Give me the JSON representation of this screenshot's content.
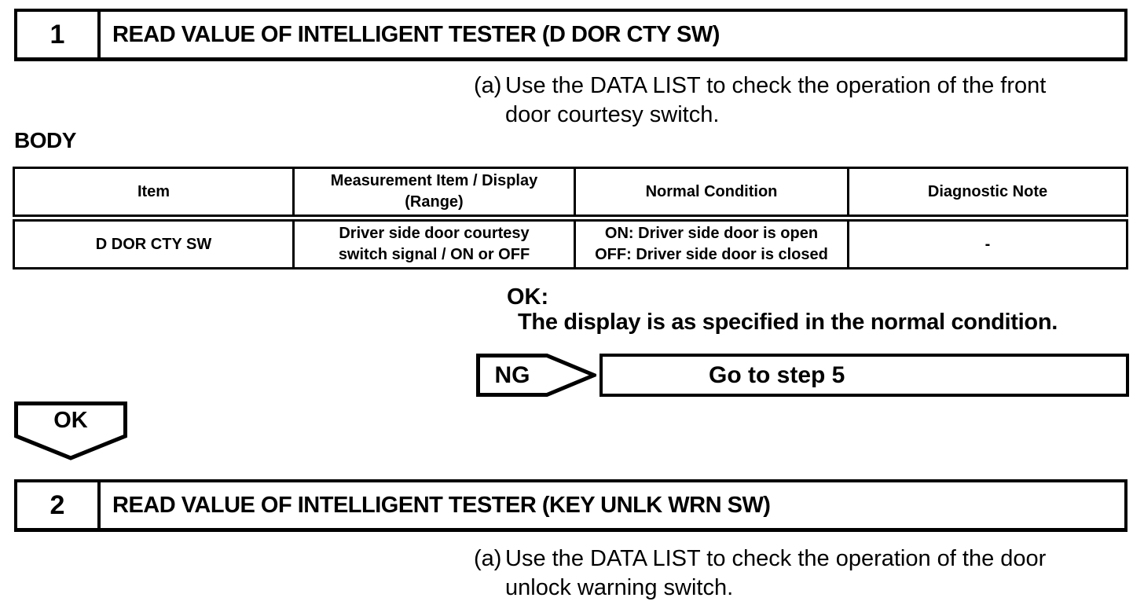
{
  "colors": {
    "ink": "#000000",
    "paper": "#ffffff"
  },
  "step1": {
    "number": "1",
    "title": "READ VALUE OF INTELLIGENT TESTER (D DOR CTY SW)",
    "instruction_marker": "(a)",
    "instruction_text": "Use the DATA LIST to check the operation of the front\ndoor courtesy switch."
  },
  "section_label": "BODY",
  "data_table": {
    "headers": [
      "Item",
      "Measurement Item / Display\n(Range)",
      "Normal Condition",
      "Diagnostic Note"
    ],
    "row": {
      "item": "D DOR CTY SW",
      "measurement": "Driver side door courtesy\nswitch signal / ON or OFF",
      "normal_condition": "ON: Driver side door is open\nOFF: Driver side door is closed",
      "diagnostic_note": "-"
    }
  },
  "ok_spec": {
    "label": "OK:",
    "text": "The display is as specified in the normal condition."
  },
  "ng_branch": {
    "label": "NG",
    "action": "Go to step 5"
  },
  "ok_branch": {
    "label": "OK"
  },
  "step2": {
    "number": "2",
    "title": "READ VALUE OF INTELLIGENT TESTER (KEY UNLK WRN SW)",
    "instruction_marker": "(a)",
    "instruction_text": "Use the DATA LIST to check the operation of the door\nunlock warning switch."
  }
}
